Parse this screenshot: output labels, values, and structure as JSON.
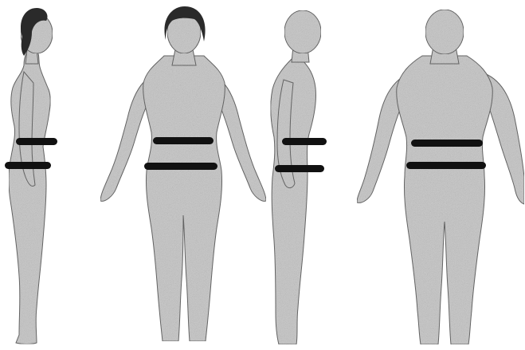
{
  "figures": [
    {
      "name": "female-side-view",
      "sex": "female",
      "view": "side"
    },
    {
      "name": "female-front-view",
      "sex": "female",
      "view": "front"
    },
    {
      "name": "male-side-view",
      "sex": "male",
      "view": "side"
    },
    {
      "name": "male-front-view",
      "sex": "male",
      "view": "front"
    }
  ],
  "bands": [
    "waist-band",
    "hip-band"
  ],
  "colors": {
    "background": "#ffffff",
    "figure_fill": "#cfcfcf",
    "figure_stroke": "#6a6a6a",
    "hair": "#2a2a2a",
    "band": "#111111"
  }
}
